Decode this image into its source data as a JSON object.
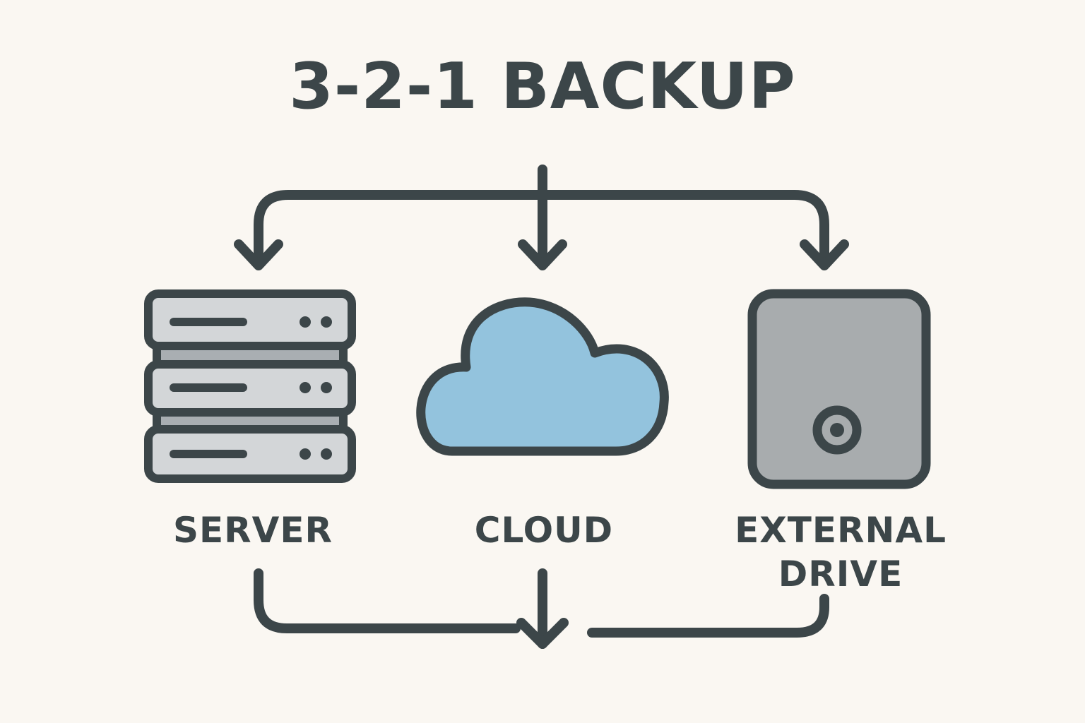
{
  "title": "3-2-1 BACKUP",
  "nodes": {
    "server": {
      "label": "SERVER",
      "icon": "server-stack-icon"
    },
    "cloud": {
      "label": "CLOUD",
      "icon": "cloud-icon"
    },
    "drive": {
      "label_line1": "EXTERNAL",
      "label_line2": "DRIVE",
      "icon": "external-drive-icon"
    }
  },
  "colors": {
    "background": "#faf7f2",
    "stroke": "#3c4649",
    "server_fill": "#d3d6d8",
    "server_gap_fill": "#a9aeb2",
    "cloud_fill": "#93c3dd",
    "drive_fill": "#a8acae"
  }
}
